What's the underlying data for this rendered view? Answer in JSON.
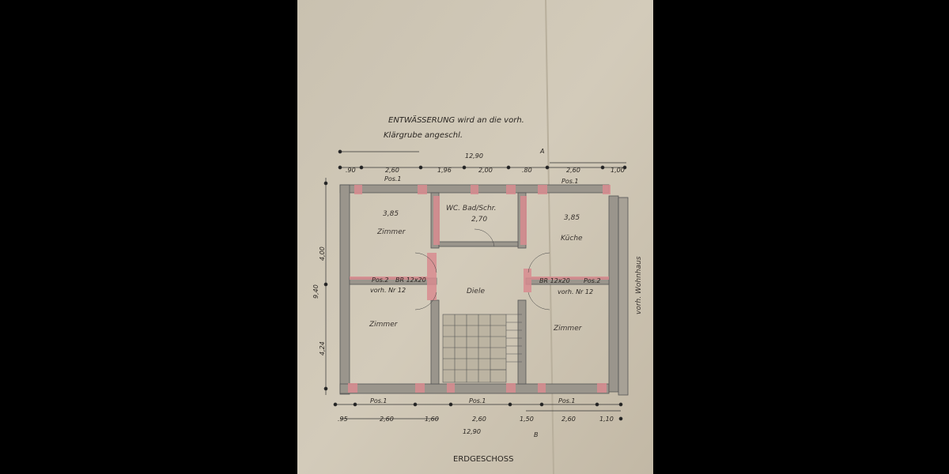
{
  "note": {
    "line1": "ENTWÄSSERUNG wird an die vorh.",
    "line2": "Klärgrube angeschl."
  },
  "overall_dim_top": "12,90",
  "overall_dim_bottom": "12,90",
  "section_a": "A",
  "section_b": "B",
  "top_dims": [
    ".90",
    "2,60",
    "1,96",
    "2,00",
    ".80",
    "2,60",
    "1,00"
  ],
  "bottom_dims": [
    ".95",
    "2,60",
    "1,60",
    "2,60",
    "1,50",
    "2,60",
    "1,10"
  ],
  "left_dims": [
    "4,00",
    "9,40",
    "4,24"
  ],
  "rooms": {
    "top_left_width": "3,85",
    "top_left": "Zimmer",
    "wc": "WC. Bad/Schr.",
    "wc_width": "2,70",
    "top_right_width": "3,85",
    "top_right": "Küche",
    "hall": "Diele",
    "bottom_left": "Zimmer",
    "bottom_right": "Zimmer"
  },
  "labels": {
    "pos1_top_left": "Pos.1",
    "pos1_top_right": "Pos.1",
    "pos2_left": "Pos.2",
    "pos2_right": "Pos.2",
    "beam_left": "BR 12x20",
    "beam_right": "BR 12x20",
    "vorh_left": "vorh. Nr 12",
    "vorh_right": "vorh. Nr 12",
    "pos1_bottom_left": "Pos.1",
    "pos1_bottom_mid": "Pos.1",
    "pos1_bottom_right": "Pos.1",
    "neighbor": "vorh. Wohnhaus",
    "title": "ERDGESCHOSS"
  },
  "colors": {
    "paper": "#cfc7b6",
    "wall": "#9a958c",
    "pier": "#d98c90",
    "ink": "#2a2622"
  }
}
